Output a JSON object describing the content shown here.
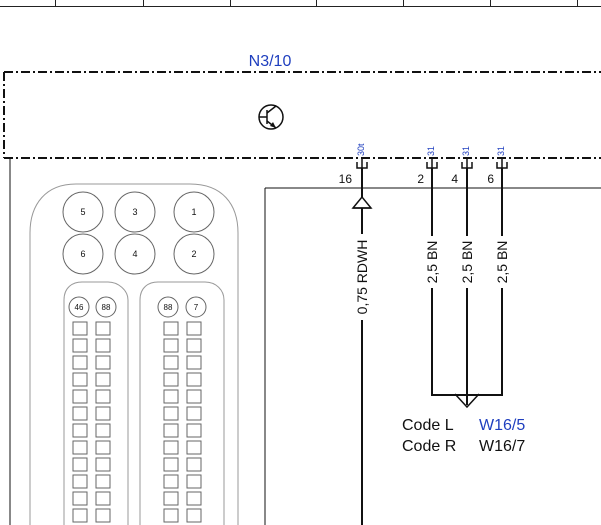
{
  "component": {
    "name": "N3/10"
  },
  "pins": [
    {
      "signal": "30t",
      "number": "16"
    },
    {
      "signal": "31",
      "number": "2"
    },
    {
      "signal": "31",
      "number": "4"
    },
    {
      "signal": "31",
      "number": "6"
    }
  ],
  "wires": [
    {
      "label": "0,75 RDWH"
    },
    {
      "label": "2,5 BN"
    },
    {
      "label": "2,5 BN"
    },
    {
      "label": "2,5 BN"
    }
  ],
  "codes": [
    {
      "code": "Code L",
      "ref": "W16/5"
    },
    {
      "code": "Code R",
      "ref": "W16/7"
    }
  ],
  "connector": {
    "top_cavities": [
      "5",
      "3",
      "1"
    ],
    "mid_cavities": [
      "6",
      "4",
      "2"
    ],
    "left_strip": [
      "46",
      "88"
    ],
    "right_strip": [
      "88",
      "7"
    ]
  },
  "colors": {
    "ink": "#111111",
    "reference_blue": "#1f3fbf"
  },
  "icons": {
    "transistor": "transistor-symbol-icon"
  }
}
